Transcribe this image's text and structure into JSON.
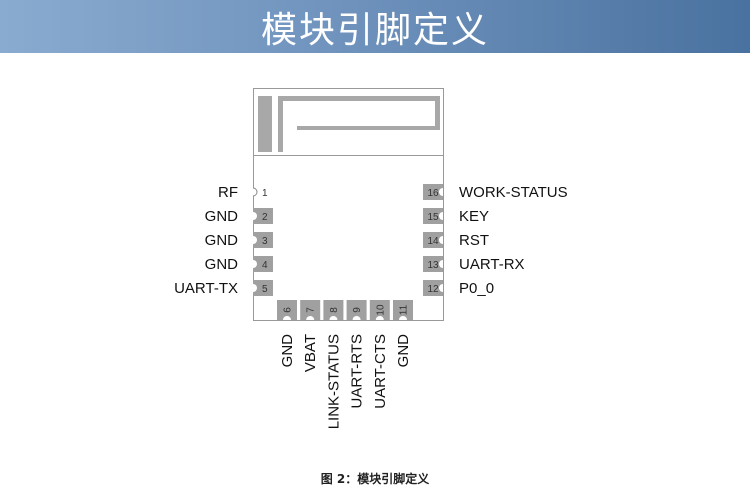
{
  "header": {
    "title": "模块引脚定义"
  },
  "caption": "图 2：模块引脚定义",
  "pins": {
    "left": [
      {
        "num": "1",
        "name": "RF",
        "pad": false
      },
      {
        "num": "2",
        "name": "GND",
        "pad": true
      },
      {
        "num": "3",
        "name": "GND",
        "pad": true
      },
      {
        "num": "4",
        "name": "GND",
        "pad": true
      },
      {
        "num": "5",
        "name": "UART-TX",
        "pad": true
      }
    ],
    "bottom": [
      {
        "num": "6",
        "name": "GND"
      },
      {
        "num": "7",
        "name": "VBAT"
      },
      {
        "num": "8",
        "name": "LINK-STATUS"
      },
      {
        "num": "9",
        "name": "UART-RTS"
      },
      {
        "num": "10",
        "name": "UART-CTS"
      },
      {
        "num": "11",
        "name": "GND"
      }
    ],
    "right": [
      {
        "num": "16",
        "name": "WORK-STATUS"
      },
      {
        "num": "15",
        "name": "KEY"
      },
      {
        "num": "14",
        "name": "RST"
      },
      {
        "num": "13",
        "name": "UART-RX"
      },
      {
        "num": "12",
        "name": "P0_0"
      }
    ]
  },
  "colors": {
    "pad": "#a0a0a0",
    "outline": "#888888",
    "banner_start": "#8aabd0",
    "banner_end": "#4a72a0"
  }
}
